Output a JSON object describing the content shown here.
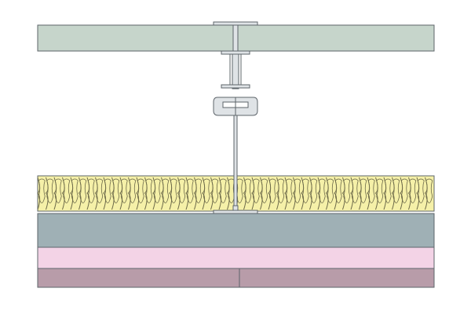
{
  "diagram": {
    "type": "construction-section",
    "description_text": "",
    "colors": {
      "background": "#ffffff",
      "top_board": "#c6d5cb",
      "insulation": "#f5f0a8",
      "insulation_lines": "#6d6a4a",
      "board_grey": "#9fb0b5",
      "board_pink": "#f3d3e6",
      "board_mauve": "#b89ca9",
      "steel": "#dfe3e6",
      "outline": "#5d646a"
    },
    "layers": [
      {
        "name": "upper-board",
        "color": "#c6d5cb"
      },
      {
        "name": "insulation-layer",
        "color": "#f5f0a8"
      },
      {
        "name": "grey-board",
        "color": "#9fb0b5"
      },
      {
        "name": "pink-board",
        "color": "#f3d3e6"
      },
      {
        "name": "mauve-board",
        "color": "#b89ca9"
      }
    ],
    "components": [
      {
        "name": "steel-stud",
        "icon": "i-section-icon"
      },
      {
        "name": "support-clip",
        "icon": "clip-icon"
      },
      {
        "name": "top-t-section",
        "icon": "t-section-icon"
      },
      {
        "name": "bottom-t-section",
        "icon": "t-section-icon"
      }
    ]
  }
}
